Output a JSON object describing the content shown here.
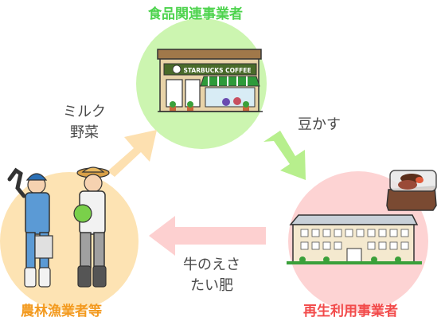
{
  "nodes": {
    "food": {
      "title": "食品関連事業者",
      "store_sign": "STARBUCKS COFFEE"
    },
    "farm": {
      "title": "農林漁業者等"
    },
    "recycle": {
      "title": "再生利用事業者"
    }
  },
  "edges": {
    "farm_to_food": {
      "line1": "ミルク",
      "line2": "野菜"
    },
    "food_to_recycle": {
      "line1": "豆かす"
    },
    "recycle_to_farm": {
      "line1": "牛のえさ",
      "line2": "たい肥"
    }
  },
  "colors": {
    "food_circle": "#ccf5b0",
    "farm_circle": "#fde3b3",
    "recycle_circle": "#fdd3d3",
    "food_title": "#4dd34d",
    "farm_title": "#f39a1f",
    "recycle_title": "#f24a4a",
    "arrow_farm_food": "#fde0b0",
    "arrow_food_recycle": "#b7ef8d",
    "arrow_recycle_farm": "#fdd0d0"
  }
}
